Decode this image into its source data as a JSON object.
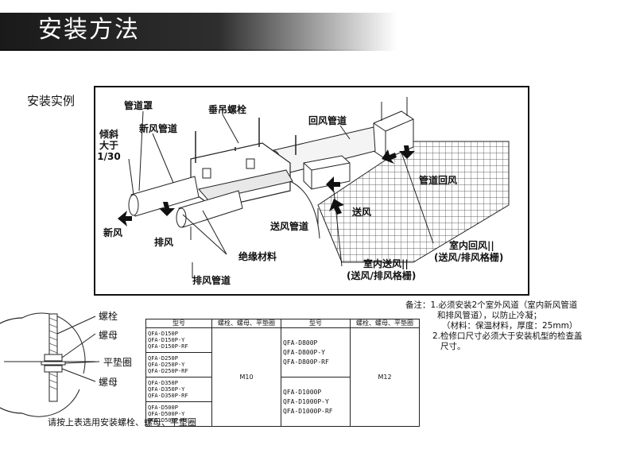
{
  "banner": {
    "title": "安装方法"
  },
  "section_label": "安装实例",
  "diagram": {
    "labels": {
      "duct_cover": "管道罩",
      "fresh_air_duct": "新风管道",
      "hanger_bolt": "垂吊螺栓",
      "return_air_duct": "回风管道",
      "slope": "倾斜大于1/30",
      "duct_return_air": "管道回风",
      "fresh_air": "新风",
      "exhaust_air": "排风",
      "supply_air": "送风",
      "supply_air_duct": "送风管道",
      "insulation": "绝缘材料",
      "exhaust_duct": "排风管道",
      "indoor_supply": "室内送风||",
      "indoor_supply_grille": "(送风/排风格栅)",
      "indoor_return": "室内回风||",
      "indoor_return_grille": "(送风/排风格栅)"
    }
  },
  "bolt_detail": {
    "labels": {
      "bolt": "螺栓",
      "nut_top": "螺母",
      "washer": "平垫圈",
      "nut_bottom": "螺母"
    }
  },
  "spec_table": {
    "headers": {
      "model": "型号",
      "hardware": "螺栓、螺母、平垫圈"
    },
    "left_models": [
      "QFA-D150P",
      "QFA-D150P-Y",
      "QFA-D150P-RF",
      "QFA-D250P",
      "QFA-D250P-Y",
      "QFA-D250P-RF",
      "QFA-D350P",
      "QFA-D350P-Y",
      "QFA-D350P-RF",
      "QFA-D500P",
      "QFA-D500P-Y",
      "QFA-D500P-RF"
    ],
    "left_size": "M10",
    "right_models": [
      "QFA-D800P",
      "QFA-D800P-Y",
      "QFA-D800P-RF",
      "QFA-D1000P",
      "QFA-D1000P-Y",
      "QFA-D1000P-RF"
    ],
    "right_size": "M12"
  },
  "notes": {
    "line1": "备注：1.必须安装2个室外风道（室内新风管道",
    "line2": "和排风管道），以防止冷凝；",
    "line3": "（材料：保温材料，厚度：25mm）",
    "line4": "2.检修口尺寸必须大于安装机型的检查盖",
    "line5": "尺寸。"
  },
  "instruction": "请按上表选用安装螺栓、螺母、平垫圈"
}
